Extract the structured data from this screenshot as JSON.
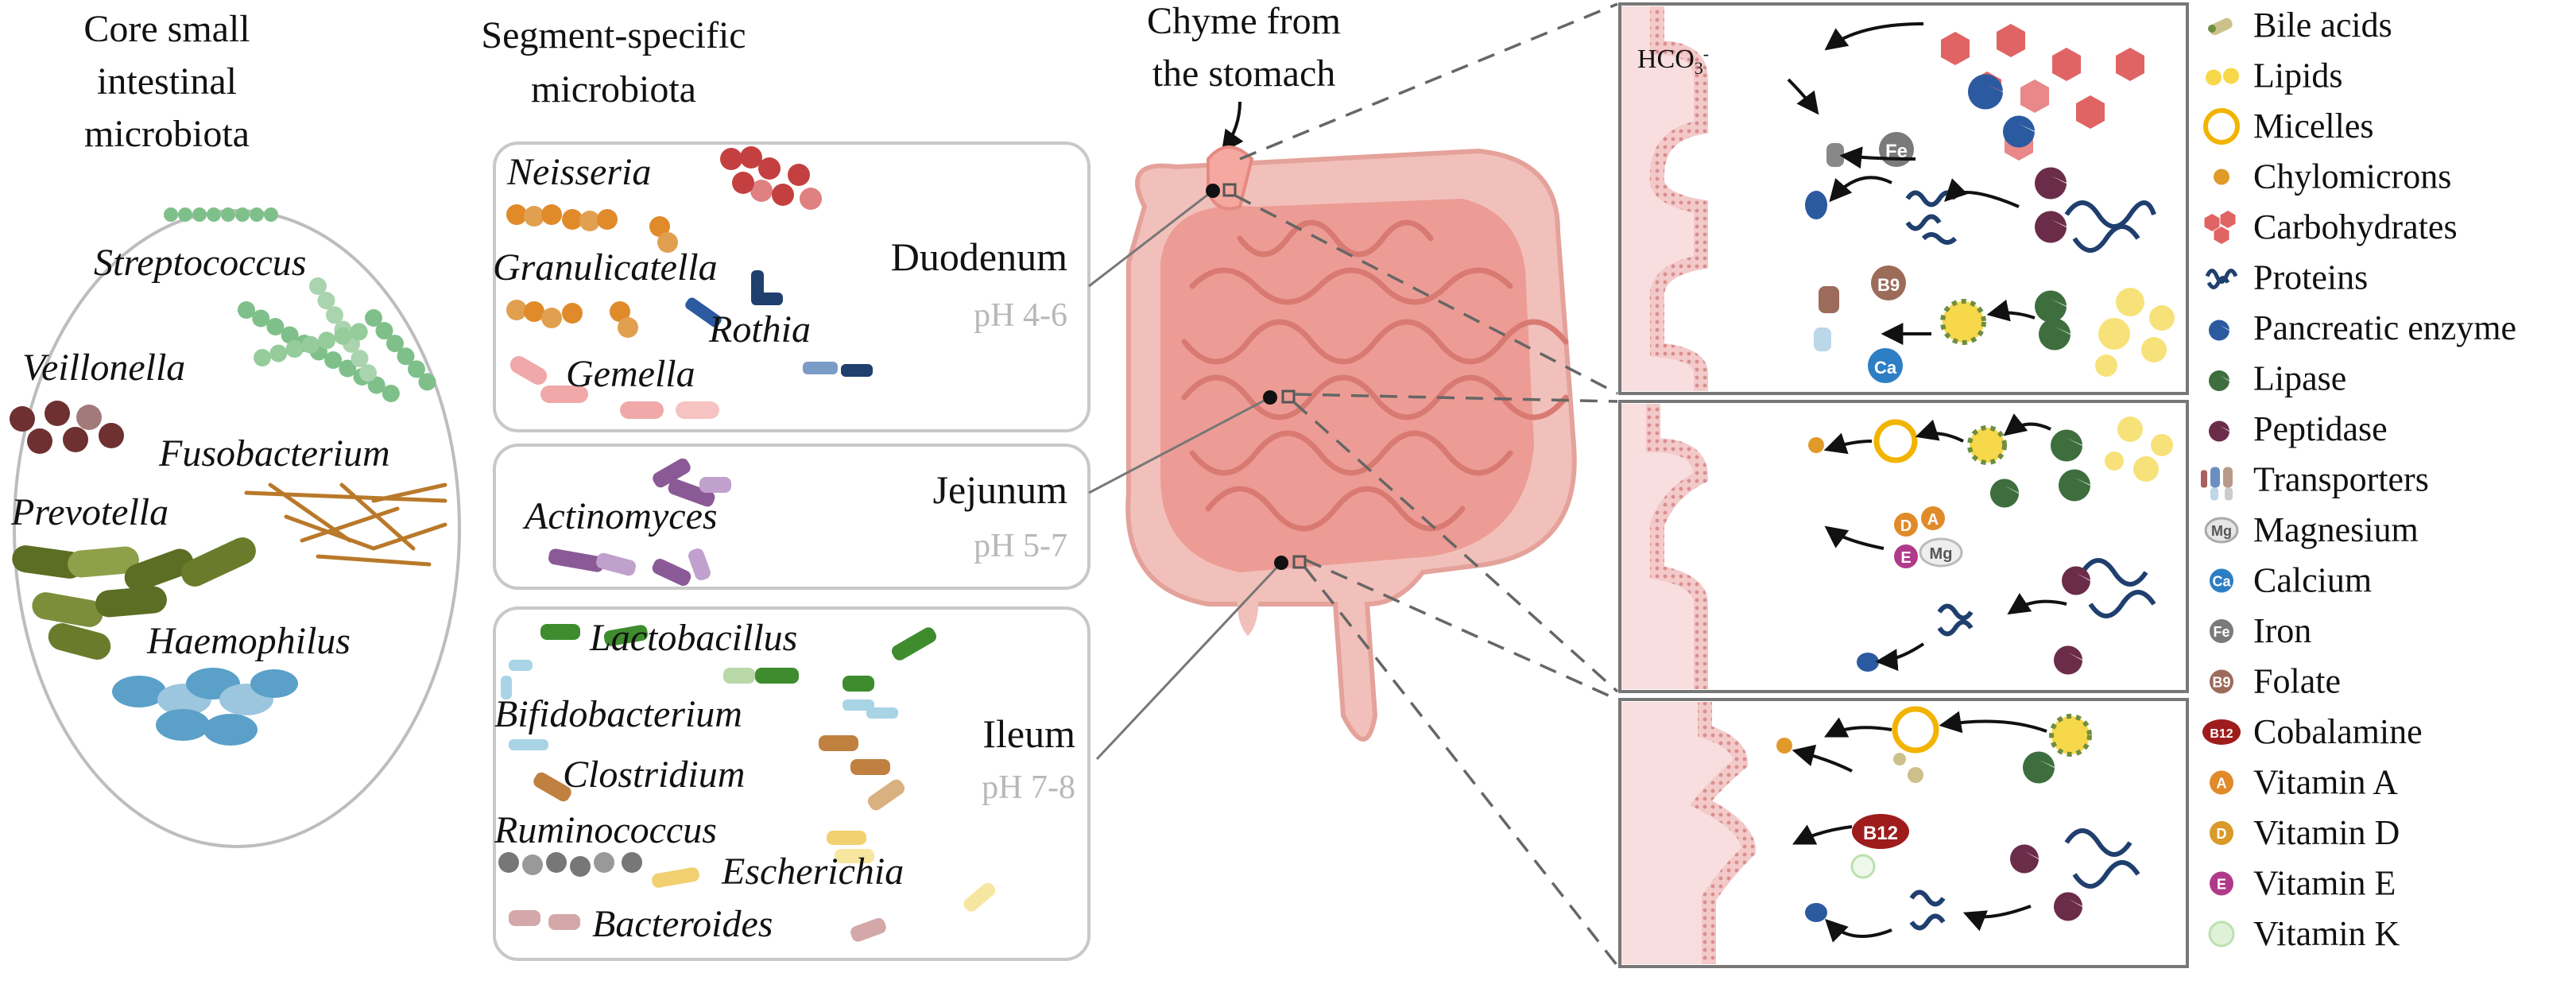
{
  "headers": {
    "core": [
      "Core small",
      "intestinal",
      "microbiota"
    ],
    "segment": [
      "Segment-specific",
      "microbiota"
    ],
    "chyme": [
      "Chyme from",
      "the stomach"
    ]
  },
  "core_microbiota": [
    "Streptococcus",
    "Veillonella",
    "Fusobacterium",
    "Prevotella",
    "Haemophilus"
  ],
  "segments": [
    {
      "name": "Duodenum",
      "ph": "pH 4-6",
      "taxa": [
        "Neisseria",
        "Granulicatella",
        "Rothia",
        "Gemella"
      ]
    },
    {
      "name": "Jejunum",
      "ph": "pH 5-7",
      "taxa": [
        "Actinomyces"
      ]
    },
    {
      "name": "Ileum",
      "ph": "pH 7-8",
      "taxa": [
        "Lactobacillus",
        "Bifidobacterium",
        "Clostridium",
        "Ruminococcus",
        "Escherichia",
        "Bacteroides"
      ]
    }
  ],
  "panel_labels": {
    "bicarbonate": "HCO",
    "bicarbonate_sub": "3",
    "bicarbonate_sup": "-",
    "fe": "Fe",
    "b9": "B9",
    "ca": "Ca",
    "d": "D",
    "a": "A",
    "e": "E",
    "mg": "Mg",
    "b12": "B12"
  },
  "legend": [
    {
      "icon": "bile-acids-icon",
      "label": "Bile acids",
      "color": "#cdc08a"
    },
    {
      "icon": "lipids-icon",
      "label": "Lipids",
      "color": "#f7d84a"
    },
    {
      "icon": "micelles-icon",
      "label": "Micelles",
      "color": "#f2b400"
    },
    {
      "icon": "chylomicrons-icon",
      "label": "Chylomicrons",
      "color": "#e09a2a"
    },
    {
      "icon": "carbohydrates-icon",
      "label": "Carbohydrates",
      "color": "#e06464"
    },
    {
      "icon": "proteins-icon",
      "label": "Proteins",
      "color": "#1f3f6e"
    },
    {
      "icon": "pancreatic-enzyme-icon",
      "label": "Pancreatic enzyme",
      "color": "#2c5aa0"
    },
    {
      "icon": "lipase-icon",
      "label": "Lipase",
      "color": "#3e6e3e"
    },
    {
      "icon": "peptidase-icon",
      "label": "Peptidase",
      "color": "#6b2c4a"
    },
    {
      "icon": "transporters-icon",
      "label": "Transporters",
      "color": "#8fa9c9"
    },
    {
      "icon": "magnesium-icon",
      "label": "Magnesium",
      "color": "#e6e6e6",
      "badge": "Mg"
    },
    {
      "icon": "calcium-icon",
      "label": "Calcium",
      "color": "#2d7ec4",
      "badge": "Ca"
    },
    {
      "icon": "iron-icon",
      "label": "Iron",
      "color": "#7a7a7a",
      "badge": "Fe"
    },
    {
      "icon": "folate-icon",
      "label": "Folate",
      "color": "#9c6b5a",
      "badge": "B9"
    },
    {
      "icon": "cobalamine-icon",
      "label": "Cobalamine",
      "color": "#9e1c1c",
      "badge": "B12"
    },
    {
      "icon": "vitamin-a-icon",
      "label": "Vitamin A",
      "color": "#e08a2a",
      "badge": "A"
    },
    {
      "icon": "vitamin-d-icon",
      "label": "Vitamin D",
      "color": "#d99a2a",
      "badge": "D"
    },
    {
      "icon": "vitamin-e-icon",
      "label": "Vitamin E",
      "color": "#b03a8a",
      "badge": "E"
    },
    {
      "icon": "vitamin-k-icon",
      "label": "Vitamin K",
      "color": "#dff2d8",
      "badge": ""
    }
  ],
  "colors": {
    "villi": "#f0c4c4",
    "villi_edge": "#d88c8c",
    "intestine": "#ec9c94",
    "intestine_dark": "#d97a72",
    "box_border": "#c8c8c8",
    "panel_border": "#777777"
  }
}
